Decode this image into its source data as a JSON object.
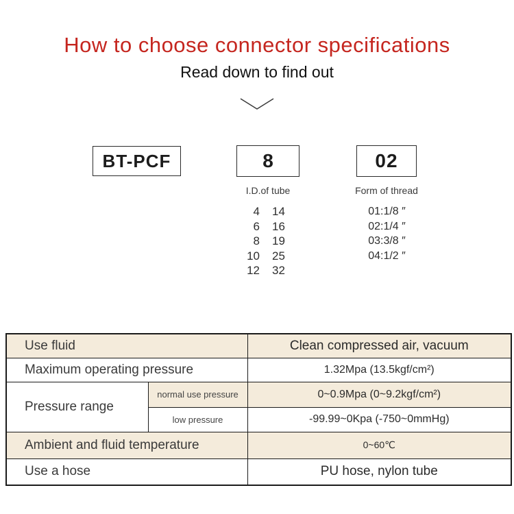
{
  "header": {
    "title": "How to choose connector specifications",
    "subtitle": "Read down to find out",
    "chevron_icon": "chevron-down"
  },
  "model_code": {
    "prefix": {
      "label": "BT-PCF"
    },
    "tube": {
      "label": "8",
      "caption": "I.D.of tube"
    },
    "thread": {
      "label": "02",
      "caption": "Form of thread"
    }
  },
  "tube_sizes": [
    [
      "4",
      "14"
    ],
    [
      "6",
      "16"
    ],
    [
      "8",
      "19"
    ],
    [
      "10",
      "25"
    ],
    [
      "12",
      "32"
    ]
  ],
  "thread_forms": [
    "01:1/8 ″",
    "02:1/4 ″",
    "03:3/8 ″",
    "04:1/2 ″"
  ],
  "spec_table": {
    "rows": [
      {
        "label": "Use fluid",
        "value": "Clean compressed air, vacuum"
      },
      {
        "label": "Maximum operating pressure",
        "value": "1.32Mpa (13.5kgf/cm²)"
      },
      {
        "label": "Pressure range",
        "sub": [
          {
            "label": "normal use pressure",
            "value": "0~0.9Mpa (0~9.2kgf/cm²)"
          },
          {
            "label": "low pressure",
            "value": "-99.99~0Kpa (-750~0mmHg)"
          }
        ]
      },
      {
        "label": "Ambient and fluid temperature",
        "value": "0~60℃"
      },
      {
        "label": "Use a hose",
        "value": "PU hose, nylon tube"
      }
    ]
  },
  "colors": {
    "accent_red": "#c5261f",
    "row_beige": "#f4ebdb",
    "border_dark": "#1a1a1a"
  }
}
